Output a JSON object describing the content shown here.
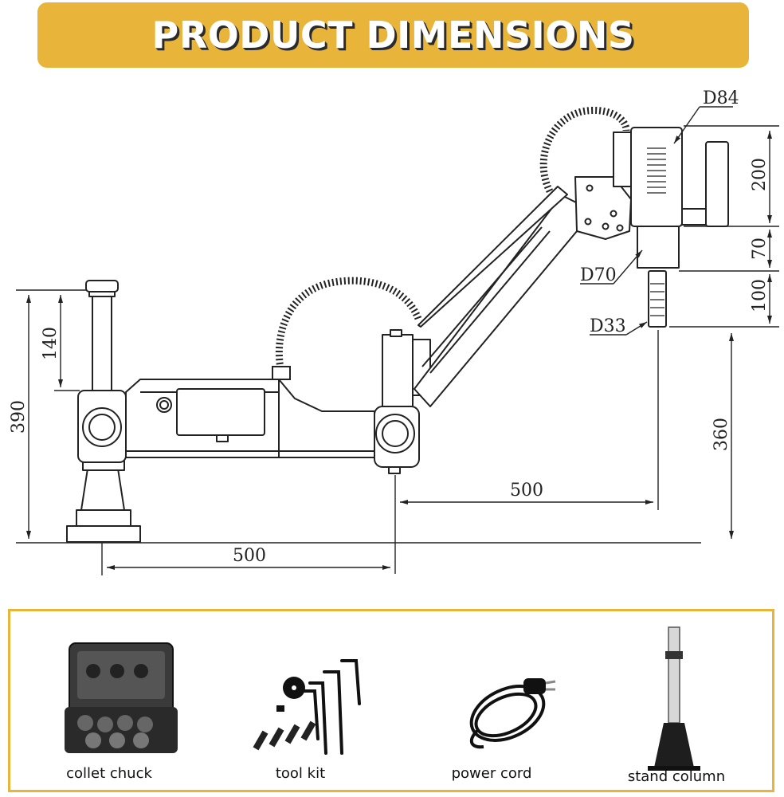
{
  "banner": {
    "title": "PRODUCT DIMENSIONS"
  },
  "dimensions": {
    "head_diameter": "D84",
    "neck_diameter": "D70",
    "chuck_diameter": "D33",
    "head_height": "200",
    "neck_height": "70",
    "chuck_height": "100",
    "base_height": "390",
    "post_height": "140",
    "work_height": "360",
    "base_width": "500",
    "reach": "500"
  },
  "accessories": [
    {
      "label": "collet chuck",
      "icon": "collet-case-icon"
    },
    {
      "label": "tool kit",
      "icon": "tool-kit-icon"
    },
    {
      "label": "power cord",
      "icon": "power-cord-icon"
    },
    {
      "label": "stand column",
      "icon": "stand-column-icon"
    }
  ],
  "colors": {
    "accent": "#e8b53a",
    "line": "#222222"
  }
}
